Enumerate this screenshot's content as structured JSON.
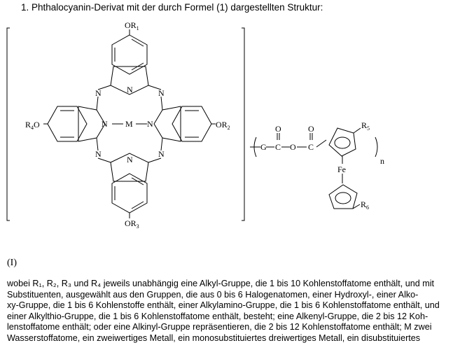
{
  "claim_heading": "1. Phthalocyanin-Derivat mit der durch Formel (1) dargestellten Struktur:",
  "formula_label": "(I)",
  "structure": {
    "substituents": {
      "top": "OR",
      "top_sub": "1",
      "right": "OR",
      "right_sub": "2",
      "bottom": "OR",
      "bottom_sub": "3",
      "left_pre": "R",
      "left_sub": "4",
      "left_post": "O"
    },
    "center_n_left": "N",
    "center_metal": "M",
    "center_n_right": "N",
    "aza_n": "N",
    "linker": {
      "g": "G",
      "c": "C",
      "o": "O"
    },
    "fe": "Fe",
    "r5": "R",
    "r5_sub": "5",
    "r6": "R",
    "r6_sub": "6",
    "n_subscript": "n"
  },
  "description_lines": [
    "wobei R₁, R₂, R₃ und R₄ jeweils unabhängig eine Alkyl-Gruppe, die 1 bis 10 Kohlenstoffatome enthält, und mit",
    "Substituenten, ausgewählt aus den Gruppen, die aus 0 bis 6 Halogenatomen, einer Hydroxyl-, einer Alko-",
    "xy-Gruppe, die 1 bis 6 Kohlenstoffe enthält, einer Alkylamino-Gruppe, die 1 bis 6 Kohlenstoffatome enthält, und",
    "einer Alkylthio-Gruppe, die 1 bis 6 Kohlenstoffatome enthält, besteht; eine Alkenyl-Gruppe, die 2 bis 12 Koh-",
    "lenstoffatome enthält; oder eine Alkinyl-Gruppe repräsentieren, die 2 bis 12 Kohlenstoffatome enthält; M zwei",
    "Wasserstoffatome, ein zweiwertiges Metall, ein monosubstituiertes dreiwertiges Metall, ein disubstituiertes"
  ]
}
